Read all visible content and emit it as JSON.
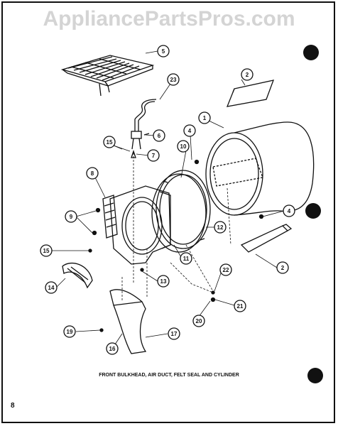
{
  "watermark": "AppliancePartsPros.com",
  "caption": "FRONT BULKHEAD, AIR DUCT, FELT SEAL AND CYLINDER",
  "page_number": "8",
  "callouts": {
    "c1": "1",
    "c2a": "2",
    "c2b": "2",
    "c4a": "4",
    "c4b": "4",
    "c5": "5",
    "c6": "6",
    "c7": "7",
    "c8": "8",
    "c9": "9",
    "c10": "10",
    "c11": "11",
    "c12": "12",
    "c13": "13",
    "c14": "14",
    "c15a": "15",
    "c15b": "15",
    "c16": "16",
    "c17": "17",
    "c19": "19",
    "c20": "20",
    "c21": "21",
    "c22": "22",
    "c23": "23"
  }
}
